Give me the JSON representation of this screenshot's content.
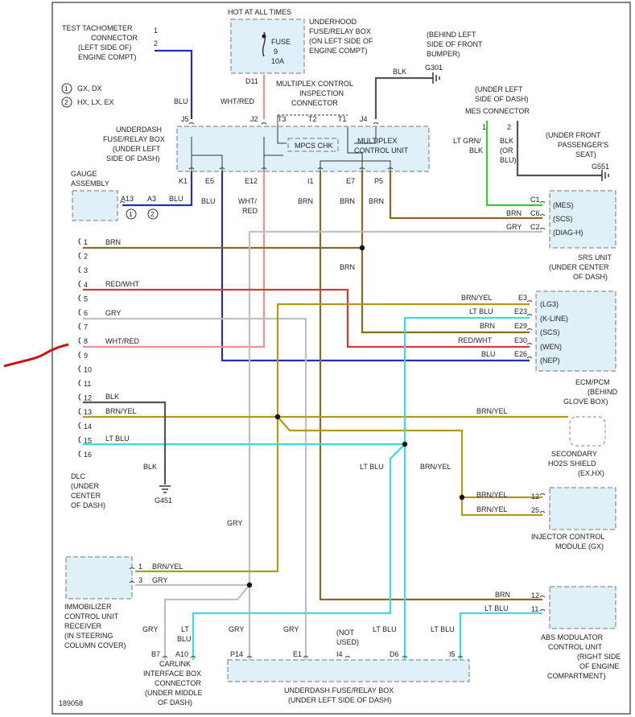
{
  "labels": {
    "hot": "HOT AT ALL TIMES",
    "underhood_box": [
      "UNDERHOOD",
      "FUSE/RELAY BOX",
      "(ON LEFT SIDE OF",
      "ENGINE COMPT)"
    ],
    "fuse": [
      "FUSE",
      "9",
      "10A"
    ],
    "d11": "D11",
    "tach": [
      "TEST TACHOMETER",
      "CONNECTOR",
      "(LEFT SIDE OF)",
      "ENGINE COMPT)"
    ],
    "tach_pins": [
      "1",
      "2"
    ],
    "legend": [
      "GX, DX",
      "HX, LX, EX"
    ],
    "legend_nums": [
      "1",
      "2"
    ],
    "mux_insp": [
      "MULTIPLEX CONTROL",
      "INSPECTION",
      "CONNECTOR"
    ],
    "g301": [
      "(BEHIND LEFT",
      "SIDE OF FRONT",
      "BUMPER)",
      "G301"
    ],
    "mes_conn": [
      "(UNDER LEFT",
      "SIDE OF DASH)",
      "MES CONNECTOR"
    ],
    "mes_pins": [
      "1",
      "2"
    ],
    "g551": [
      "(UNDER FRONT",
      "PASSENGER'S",
      "SEAT)",
      "G551"
    ],
    "underdash_box_top": [
      "UNDERDASH",
      "FUSE/RELAY BOX",
      "(UNDER LEFT",
      "SIDE OF DASH)"
    ],
    "mpcs": "MPCS CHK",
    "mux_unit": [
      "MULTIPLEX",
      "CONTROL UNIT"
    ],
    "gauge": [
      "GAUGE",
      "ASSEMBLY"
    ],
    "gauge_pins": [
      "A13",
      "A3"
    ],
    "top_pins": [
      "J5",
      "J2",
      "T3",
      "T2",
      "T1",
      "J4"
    ],
    "bot_pins": [
      "K1",
      "E5",
      "E12",
      "I1",
      "E7",
      "P5"
    ],
    "srs": [
      "SRS UNIT",
      "(UNDER CENTER",
      "OF DASH)"
    ],
    "srs_pins": [
      "C1",
      "C6",
      "C2"
    ],
    "srs_terms": [
      "(MES)",
      "(SCS)",
      "(DIAG-H)"
    ],
    "ecm": [
      "ECM/PCM",
      "(BEHIND",
      "GLOVE BOX)"
    ],
    "ecm_pins": [
      "E3",
      "E23",
      "E29",
      "E30",
      "E26"
    ],
    "ecm_terms": [
      "(LG3)",
      "(K-LINE)",
      "(SCS)",
      "(WEN)",
      "(NEP)"
    ],
    "dlc_pins": [
      "1",
      "2",
      "3",
      "4",
      "5",
      "6",
      "7",
      "8",
      "9",
      "10",
      "11",
      "12",
      "13",
      "14",
      "15",
      "16"
    ],
    "dlc": [
      "DLC",
      "(UNDER",
      "CENTER",
      "OF DASH)"
    ],
    "g451": "G451",
    "ho2s": [
      "SECONDARY",
      "HO2S SHIELD",
      "(EX,HX)"
    ],
    "injector": [
      "INJECTOR CONTROL",
      "MODULE  (GX)"
    ],
    "injector_pins": [
      "12",
      "25"
    ],
    "immobilizer": [
      "IMMOBILIZER",
      "CONTROL UNIT",
      "RECEIVER",
      "(IN STEERING",
      "COLUMN COVER)"
    ],
    "imm_pins": [
      "1",
      "3"
    ],
    "abs": [
      "ABS MODULATOR",
      "CONTROL UNIT",
      "(RIGHT SIDE",
      "OF ENGINE",
      "COMPARTMENT)"
    ],
    "abs_pins": [
      "12",
      "11"
    ],
    "carlink": [
      "CARLINK",
      "INTERFACE BOX",
      "CONNECTOR",
      "(UNDER MIDDLE",
      "OF DASH)"
    ],
    "carlink_pins": [
      "B7",
      "A10"
    ],
    "not_used": [
      "(NOT",
      "USED)"
    ],
    "bottom_pins": [
      "P14",
      "E1",
      "I4",
      "D6",
      "I5"
    ],
    "underdash_bottom": [
      "UNDERDASH FUSE/RELAY BOX",
      "(UNDER LEFT SIDE OF DASH)"
    ],
    "figure_id": "189058"
  },
  "wires": {
    "BLU": "BLU",
    "WHT_RED": "WHT/RED",
    "WHT_RED2": [
      "WHT/",
      "RED"
    ],
    "BRN": "BRN",
    "BLK": "BLK",
    "GRY": "GRY",
    "LT_BLU": "LT BLU",
    "LT_BLU2": [
      "LT",
      "BLU"
    ],
    "BRN_YEL": "BRN/YEL",
    "RED_WHT": "RED/WHT",
    "LT_GRN_BLK": [
      "LT GRN/",
      "BLK"
    ],
    "BLK_OR_BLU": [
      "BLK",
      "(OR",
      "BLU)"
    ]
  },
  "colors": {
    "brn": "#8a6a1e",
    "brn_yel": "#b39a1a",
    "red_wht": "#d43a3a",
    "wht_red": "#e8958f",
    "gry": "#c0c0c0",
    "blu": "#2233aa",
    "lt_blu": "#3fd9e6",
    "blk": "#555555",
    "lt_grn": "#33cc33",
    "box_fill": "#dff0f9"
  }
}
